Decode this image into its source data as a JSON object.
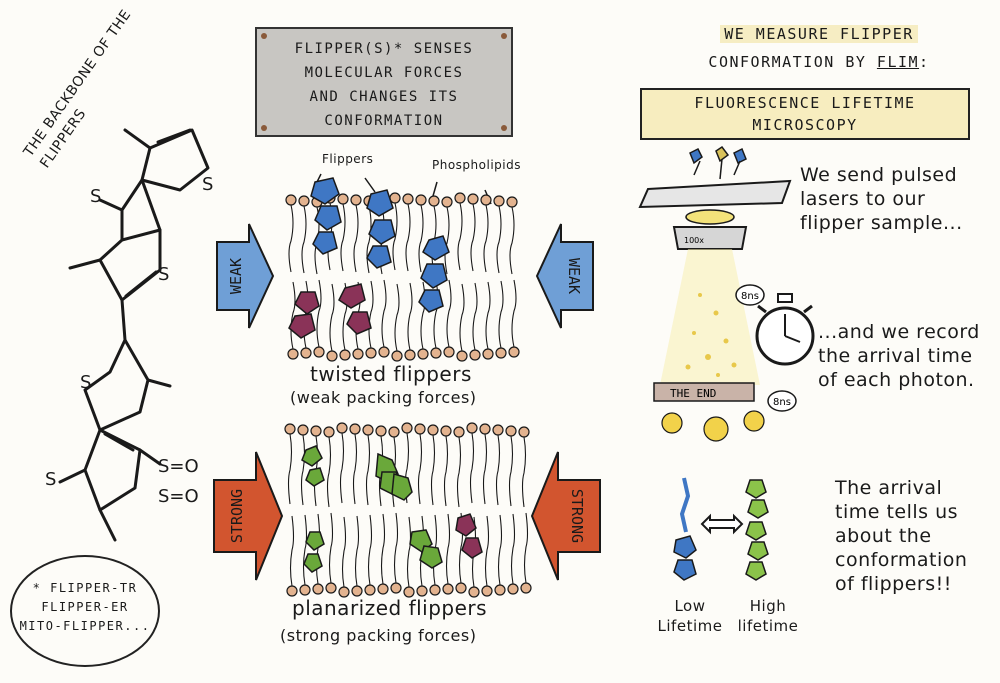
{
  "backbone": {
    "title": "THE BACKBONE OF THE FLIPPERS",
    "atoms": [
      "S",
      "S",
      "S",
      "S",
      "S",
      "S=O",
      "S=O"
    ]
  },
  "title_card": {
    "lines": [
      "FLIPPER(S)* SENSES",
      "MOLECULAR FORCES",
      "AND CHANGES ITS",
      "CONFORMATION"
    ]
  },
  "membrane_top": {
    "label_flippers": "Flippers",
    "label_phospholipids": "Phospholipids",
    "arrow_left": "WEAK",
    "arrow_right": "WEAK",
    "caption": "twisted flippers",
    "subcaption": "(weak packing forces)"
  },
  "membrane_bottom": {
    "arrow_left": "STRONG",
    "arrow_right": "STRONG",
    "caption": "planarized flippers",
    "subcaption": "(strong packing forces)"
  },
  "flim": {
    "header_line1": "WE MEASURE FLIPPER",
    "header_line2_prefix": "CONFORMATION BY ",
    "header_line2_flim": "FLIM",
    "header_line2_suffix": ":",
    "banner_line1": "FLUORESCENCE LIFETIME",
    "banner_line2": "MICROSCOPY",
    "objective_label": "100x",
    "note_lasers": "We send pulsed lasers to our flipper sample...",
    "note_record": "...and we record the arrival time of each photon.",
    "time_8ns_a": "8ns",
    "time_8ns_b": "8ns",
    "the_end": "THE END",
    "note_arrival": "The arrival time tells us about the conformation of flippers!!",
    "low_lifetime": [
      "Low",
      "Lifetime"
    ],
    "high_lifetime": [
      "High",
      "lifetime"
    ]
  },
  "footnote": [
    "* FLIPPER-TR",
    "FLIPPER-ER",
    "MITO-FLIPPER..."
  ],
  "colors": {
    "twisted_blue": "#3f77c4",
    "twisted_maroon": "#8a3358",
    "planar_green": "#6aa83a",
    "weak_arrow": "#6f9fd6",
    "strong_arrow": "#d2552f",
    "lipid_head": "#e3b38f",
    "card_gray": "#c8c6c2",
    "highlight_yellow": "#f6edc3"
  }
}
